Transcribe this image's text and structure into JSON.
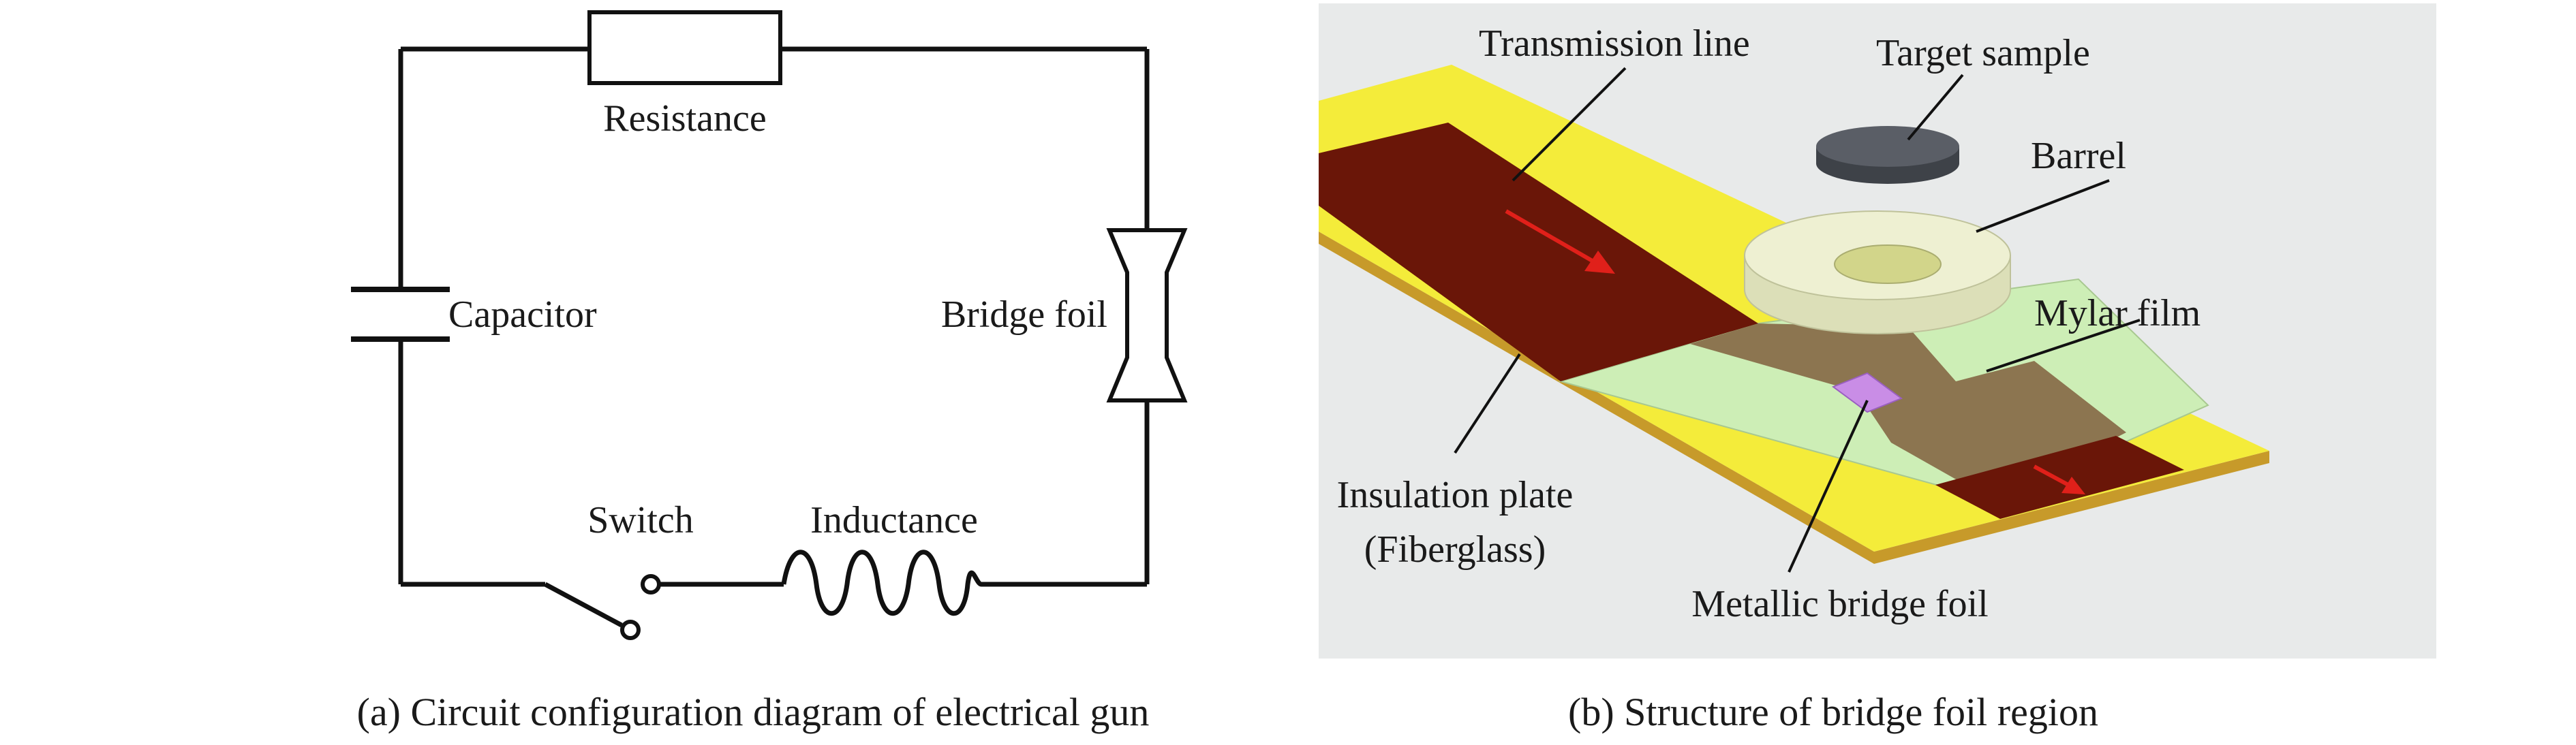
{
  "panel_a": {
    "labels": {
      "resistance": "Resistance",
      "capacitor": "Capacitor",
      "bridge_foil": "Bridge foil",
      "switch": "Switch",
      "inductance": "Inductance"
    },
    "caption": "(a) Circuit configuration diagram of electrical gun"
  },
  "panel_b": {
    "labels": {
      "transmission_line": "Transmission line",
      "target_sample": "Target sample",
      "barrel": "Barrel",
      "mylar_film": "Mylar film",
      "insulation_plate_1": "Insulation plate",
      "insulation_plate_2": "(Fiberglass)",
      "metallic_bridge_foil": "Metallic bridge foil"
    },
    "caption": "(b) Structure of bridge foil region",
    "colors": {
      "background": "#e8eaea",
      "plate_yellow": "#f4ec3a",
      "plate_edge": "#c79a2a",
      "transmission_line": "#6a1608",
      "mylar": "#cdeeb6",
      "overlap": "#8c7550",
      "bridge_foil": "#c98de6",
      "barrel": "#e6e8c4",
      "target": "#50545a",
      "arrow": "#e0201a"
    }
  }
}
